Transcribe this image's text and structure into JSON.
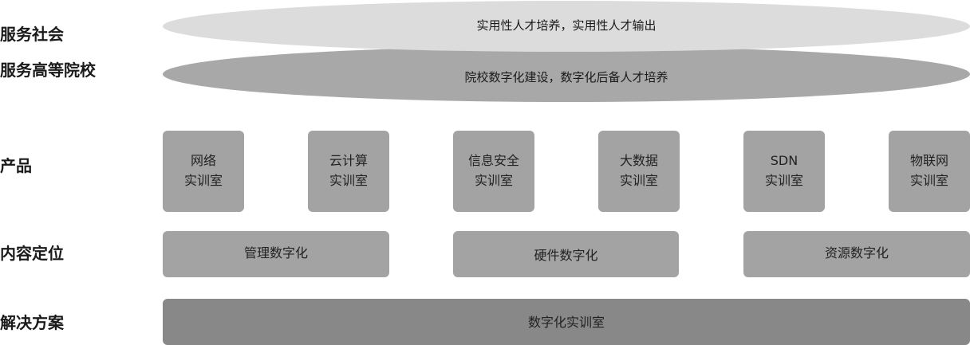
{
  "labels": {
    "serve_society": "服务社会",
    "serve_universities": "服务高等院校",
    "products": "产品",
    "content_positioning": "内容定位",
    "solution": "解决方案"
  },
  "ellipses": {
    "society": "实用性人才培养，实用性人才输出",
    "universities": "院校数字化建设，数字化后备人才培养"
  },
  "products": [
    {
      "line1": "网络",
      "line2": "实训室"
    },
    {
      "line1": "云计算",
      "line2": "实训室"
    },
    {
      "line1": "信息安全",
      "line2": "实训室"
    },
    {
      "line1": "大数据",
      "line2": "实训室"
    },
    {
      "line1": "SDN",
      "line2": "实训室"
    },
    {
      "line1": "物联网",
      "line2": "实训室"
    }
  ],
  "content": [
    "管理数字化",
    "硬件数字化",
    "资源数字化"
  ],
  "solution": "数字化实训室",
  "colors": {
    "ellipse_light": "#dcdcdc",
    "ellipse_dark": "#a8a8a8",
    "box": "#a3a3a3",
    "solution_bar": "#888888"
  }
}
